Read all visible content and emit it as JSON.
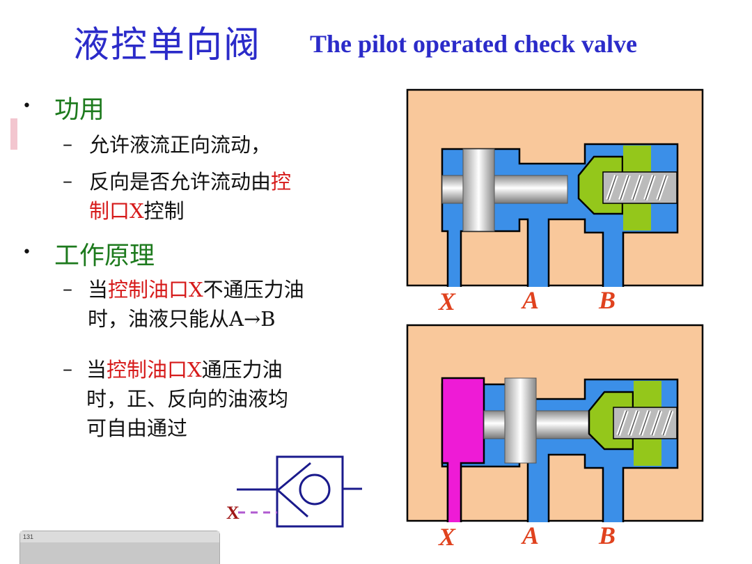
{
  "title": {
    "cn": "液控单向阀",
    "en": "The pilot operated check valve"
  },
  "sections": [
    {
      "heading": "功用",
      "items": [
        {
          "lines": [
            [
              {
                "t": "允许液流正向流动，"
              }
            ]
          ]
        },
        {
          "lines": [
            [
              {
                "t": "反向是否允许流动由"
              },
              {
                "t": "控",
                "red": true
              }
            ],
            [
              {
                "t": "制口X",
                "red": true
              },
              {
                "t": "控制"
              }
            ]
          ]
        }
      ]
    },
    {
      "heading": "工作原理",
      "items": [
        {
          "lines": [
            [
              {
                "t": "当"
              },
              {
                "t": "控制油口X",
                "red": true
              },
              {
                "t": "不通压力油"
              }
            ],
            [
              {
                "t": "时，油液只能从A→B"
              }
            ]
          ]
        },
        {
          "lines": [
            [
              {
                "t": "当"
              },
              {
                "t": "控制油口X",
                "red": true
              },
              {
                "t": "通压力油"
              }
            ],
            [
              {
                "t": "时，正、反向的油液均"
              }
            ],
            [
              {
                "t": "可自由通过"
              }
            ]
          ]
        }
      ]
    }
  ],
  "symbol": {
    "port_label": "X"
  },
  "diagrams": [
    {
      "state": "closed",
      "labels": [
        "X",
        "A",
        "B"
      ]
    },
    {
      "state": "pilot-open",
      "labels": [
        "X",
        "A",
        "B"
      ]
    }
  ],
  "thumbnail": {
    "label": "131"
  },
  "colors": {
    "title": "#2b2bc9",
    "heading": "#1d7a1d",
    "highlight": "#d61a1a",
    "body": "#f9c89b",
    "oil": "#3b8fe8",
    "pilot": "#ee1bd6",
    "poppet": "#94c71b"
  }
}
